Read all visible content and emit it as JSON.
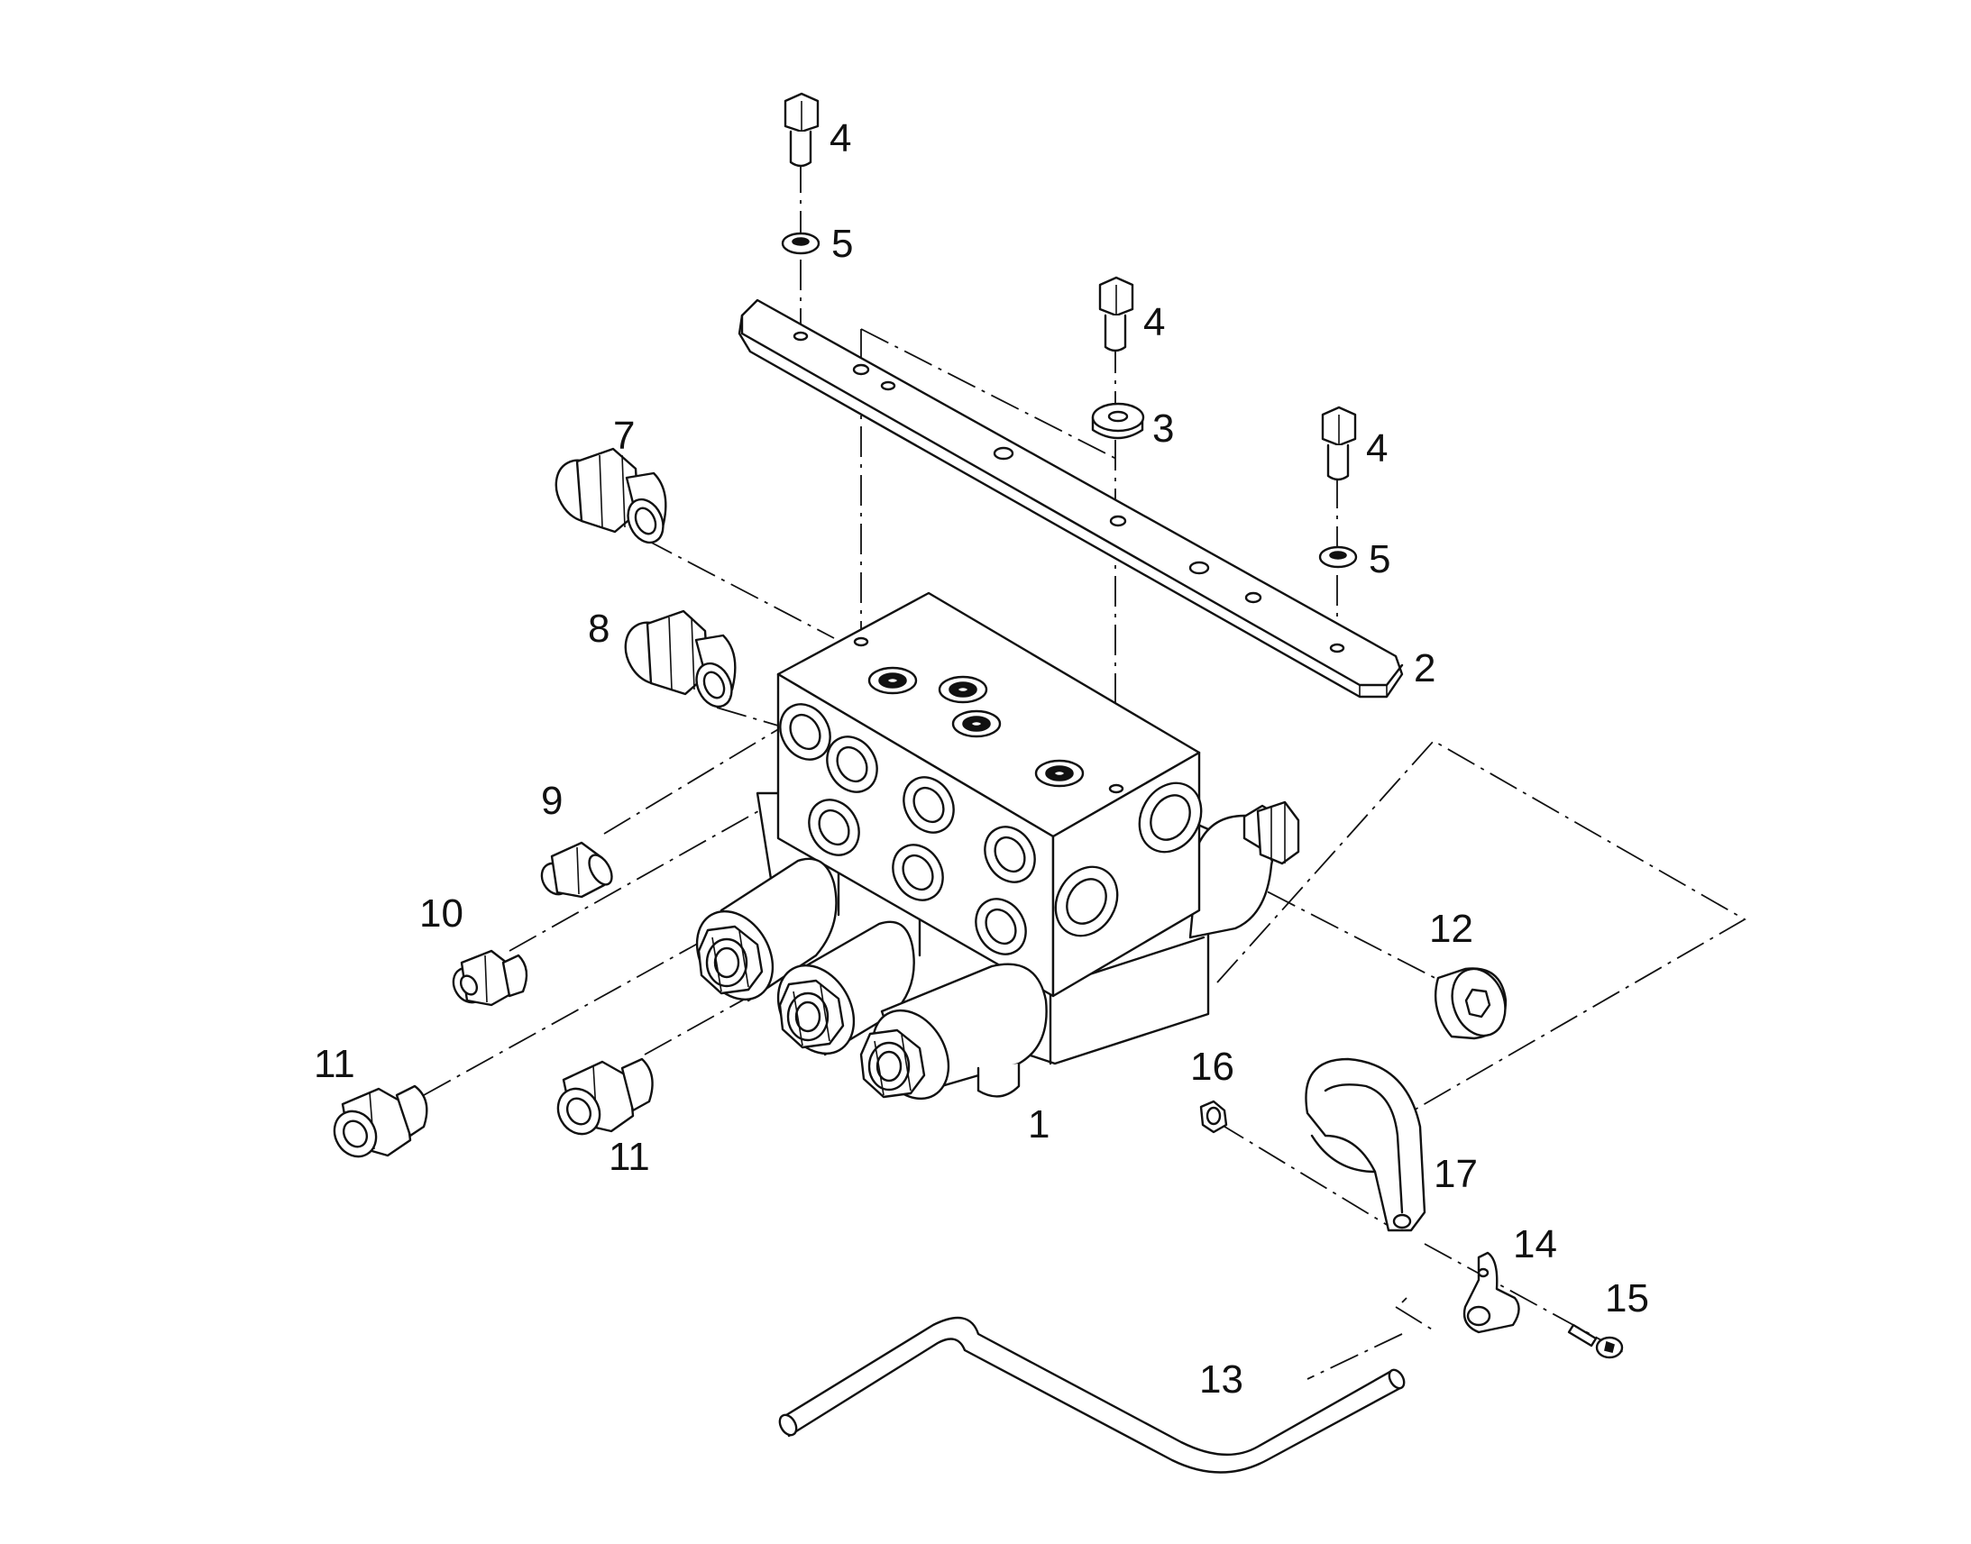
{
  "callouts": [
    "1",
    "2",
    "3",
    "4",
    "4",
    "4",
    "5",
    "5",
    "7",
    "8",
    "9",
    "10",
    "11",
    "11",
    "12",
    "13",
    "14",
    "15",
    "16",
    "17"
  ]
}
